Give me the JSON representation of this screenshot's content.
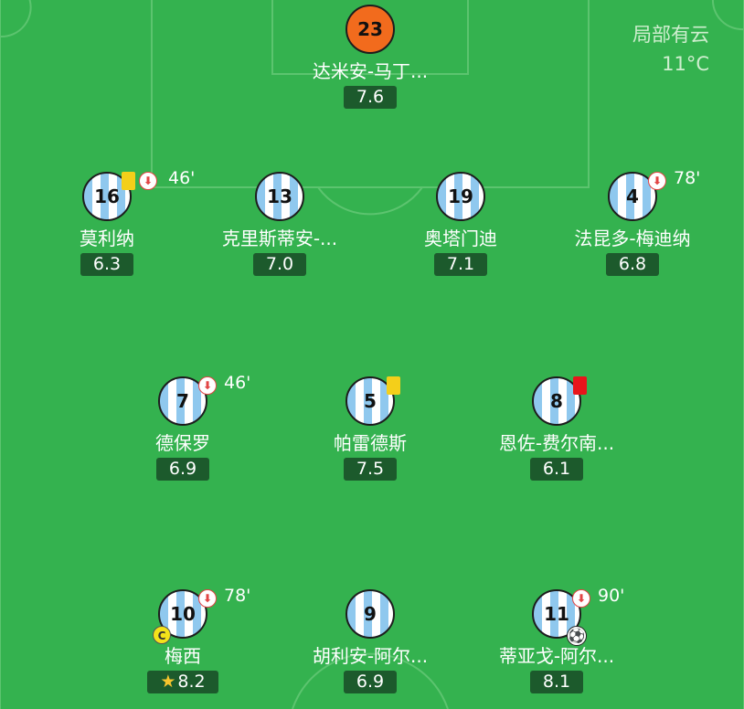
{
  "weather": {
    "condition": "局部有云",
    "temperature": "11°C"
  },
  "players": [
    {
      "id": "gk",
      "number": "23",
      "name": "达米安-马丁...",
      "rating": "7.6"
    },
    {
      "id": "d1",
      "number": "16",
      "name": "莫利纳",
      "rating": "6.3",
      "sub_time": "46'"
    },
    {
      "id": "d2",
      "number": "13",
      "name": "克里斯蒂安-...",
      "rating": "7.0"
    },
    {
      "id": "d3",
      "number": "19",
      "name": "奥塔门迪",
      "rating": "7.1"
    },
    {
      "id": "d4",
      "number": "4",
      "name": "法昆多-梅迪纳",
      "rating": "6.8",
      "sub_time": "78'"
    },
    {
      "id": "m1",
      "number": "7",
      "name": "德保罗",
      "rating": "6.9",
      "sub_time": "46'"
    },
    {
      "id": "m2",
      "number": "5",
      "name": "帕雷德斯",
      "rating": "7.5"
    },
    {
      "id": "m3",
      "number": "8",
      "name": "恩佐-费尔南...",
      "rating": "6.1"
    },
    {
      "id": "f1",
      "number": "10",
      "name": "梅西",
      "rating": "8.2",
      "sub_time": "78'",
      "captain_label": "C"
    },
    {
      "id": "f2",
      "number": "9",
      "name": "胡利安-阿尔...",
      "rating": "6.9"
    },
    {
      "id": "f3",
      "number": "11",
      "name": "蒂亚戈-阿尔...",
      "rating": "8.1",
      "sub_time": "90'"
    }
  ],
  "icons": {
    "yellow_card": "yellow-card-icon",
    "red_card": "red-card-icon",
    "substitution": "substitution-out-icon",
    "goal": "football-icon",
    "star": "star-icon"
  },
  "colors": {
    "pitch": "#34b24f",
    "lines": "#5cc46f",
    "rating_bg": "#1c5a2c",
    "goalkeeper": "#f26b1d",
    "shirt_stripe": "#8fc8ee"
  }
}
